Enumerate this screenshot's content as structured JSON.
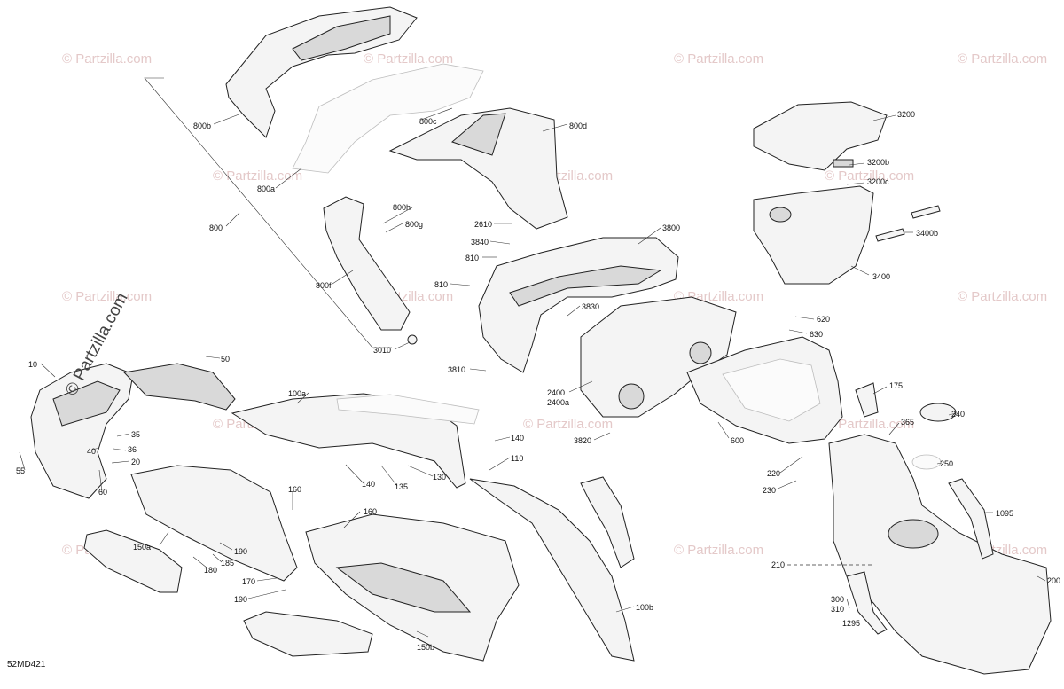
{
  "watermark": {
    "text": "© Partzilla.com",
    "color": "#e4c9c9"
  },
  "watermark_main": {
    "text": "© Partzilla.com"
  },
  "diagram_code": "52MD421",
  "labels": {
    "l800b": "800b",
    "l800c": "800c",
    "l800d": "800d",
    "l800a": "800a",
    "l800": "800",
    "l800h": "800h",
    "l800g": "800g",
    "l800f": "800f",
    "l3010": "3010",
    "l2610": "2610",
    "l3840": "3840",
    "l810a": "810",
    "l810b": "810",
    "l3800": "3800",
    "l3830": "3830",
    "l3810": "3810",
    "l2400": "2400",
    "l2400a": "2400a",
    "l3820": "3820",
    "l3200": "3200",
    "l3200b": "3200b",
    "l3200c": "3200c",
    "l3400b": "3400b",
    "l3400": "3400",
    "l620": "620",
    "l630": "630",
    "l175": "175",
    "l365": "365",
    "l240": "240",
    "l250": "250",
    "l600": "600",
    "l220": "220",
    "l230": "230",
    "l1095": "1095",
    "l210": "210",
    "l200": "200",
    "l300": "300",
    "l310": "310",
    "l1295": "1295",
    "l100b": "100b",
    "l150b": "150b",
    "l10": "10",
    "l50": "50",
    "l35": "35",
    "l40": "40",
    "l36": "36",
    "l20": "20",
    "l55": "55",
    "l60": "60",
    "l100a": "100a",
    "l140a": "140",
    "l110": "110",
    "l140b": "140",
    "l135": "135",
    "l130": "130",
    "l160a": "160",
    "l160b": "160",
    "l150a": "150a",
    "l190a": "190",
    "l185": "185",
    "l180": "180",
    "l170": "170",
    "l190b": "190"
  }
}
